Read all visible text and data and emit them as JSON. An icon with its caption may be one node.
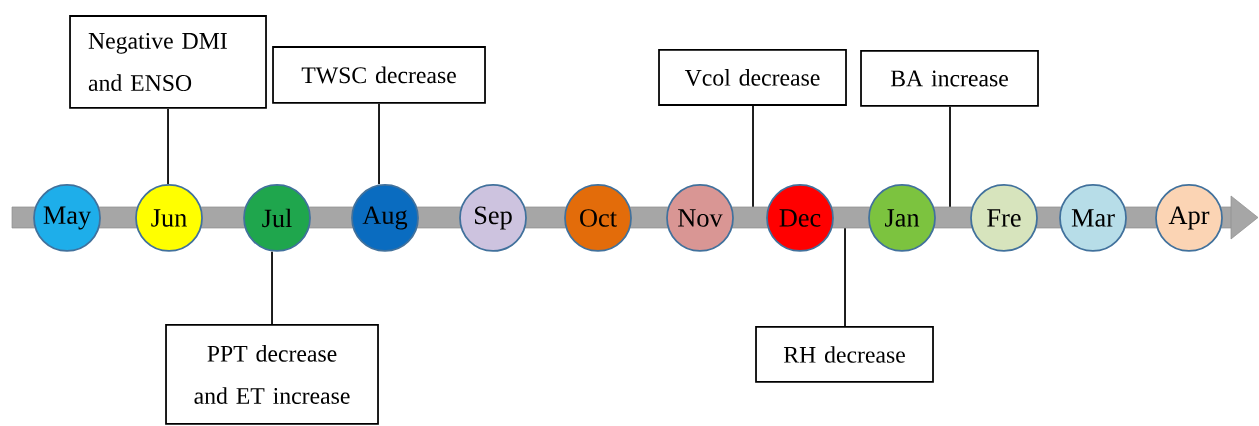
{
  "diagram": {
    "nodes": [
      {
        "text": [],
        "shape": "bar"
      },
      {
        "text": [
          "May"
        ]
      },
      {
        "text": [
          "Jun"
        ]
      },
      {
        "text": [
          "Jul"
        ]
      },
      {
        "text": [
          "Aug"
        ]
      },
      {
        "text": [
          "Sep"
        ]
      },
      {
        "text": [
          "Oct"
        ]
      },
      {
        "text": [
          "Nov"
        ]
      },
      {
        "text": [
          "Dec"
        ]
      },
      {
        "text": [
          "Jan"
        ]
      },
      {
        "text": [
          "Fre"
        ]
      },
      {
        "text": [
          "Mar"
        ]
      },
      {
        "text": [
          "Apr"
        ]
      },
      {
        "text": [
          "Negative DMI and ENSO"
        ]
      },
      {
        "text": [
          "TWSC decrease"
        ]
      },
      {
        "text": [
          "Vcol decrease"
        ]
      },
      {
        "text": [
          "BA increase"
        ]
      },
      {
        "text": [
          "PPT decrease and ET increase"
        ]
      },
      {
        "text": [
          "RH decrease"
        ]
      }
    ],
    "edges": [
      {
        "from": 13,
        "to": 2,
        "arrow": "none"
      },
      {
        "from": 14,
        "to": 4,
        "arrow": "none"
      },
      {
        "from": 15,
        "to": 0,
        "arrow": "none"
      },
      {
        "from": 16,
        "to": 0,
        "arrow": "none"
      },
      {
        "from": 17,
        "to": 3,
        "arrow": "none"
      },
      {
        "from": 18,
        "to": 0,
        "arrow": "none"
      }
    ]
  }
}
